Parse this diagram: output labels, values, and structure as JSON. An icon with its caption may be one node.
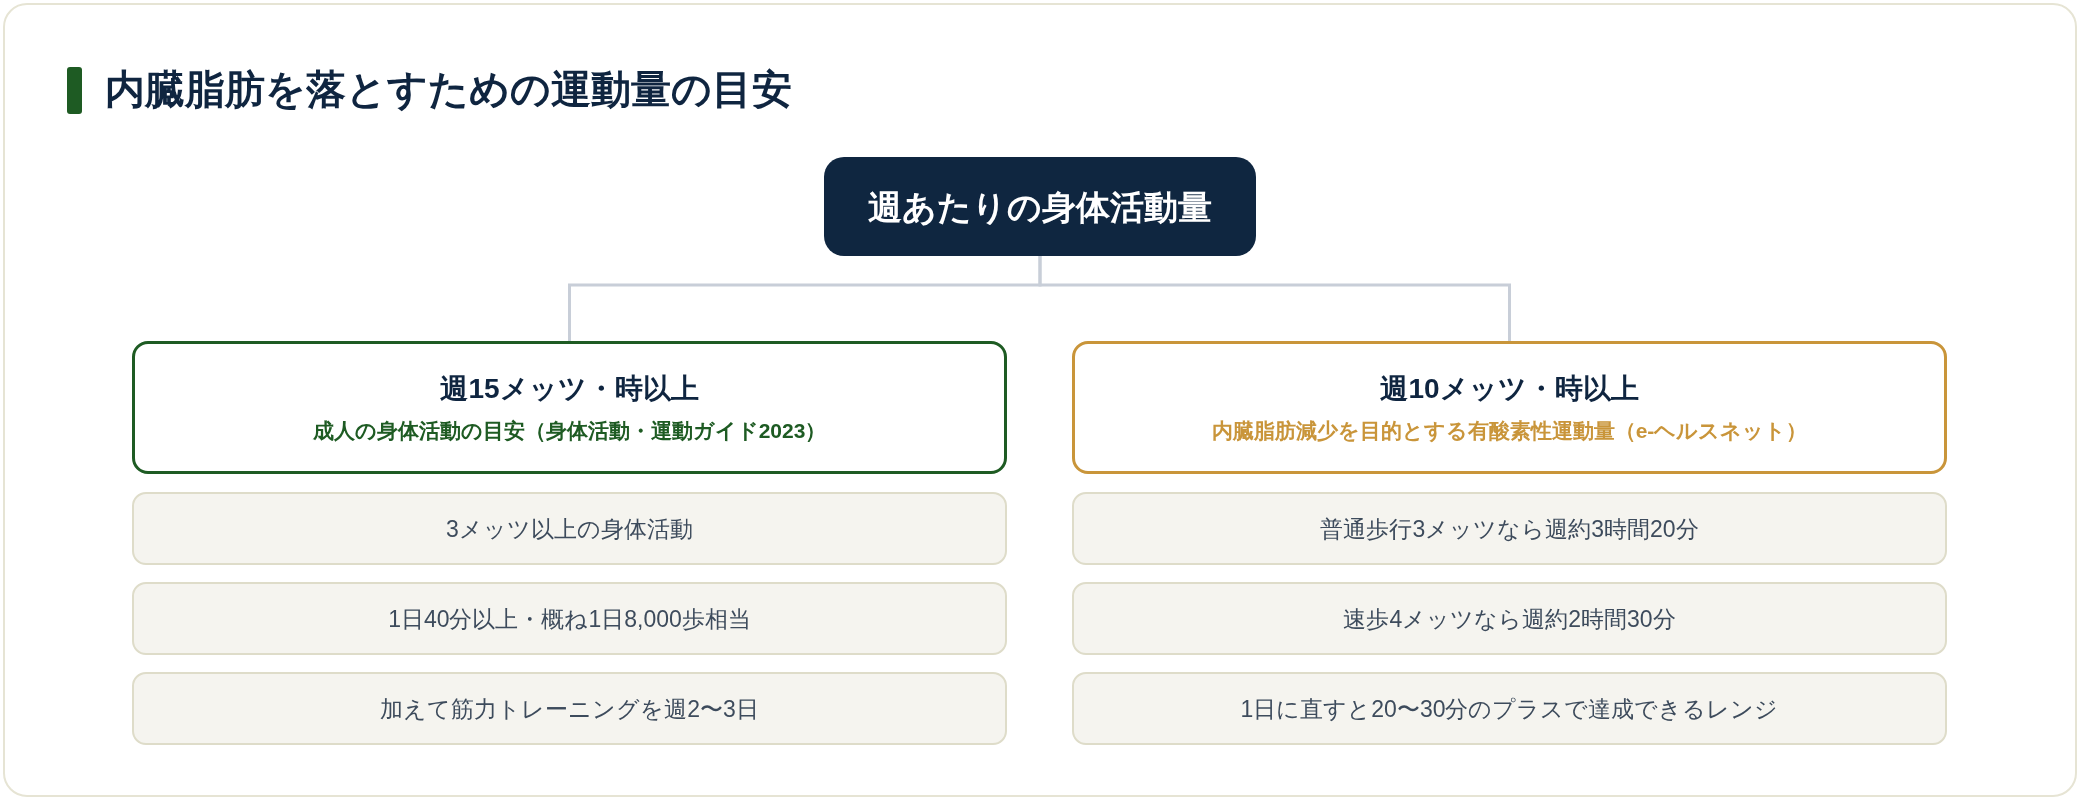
{
  "diagram": {
    "title": "内臓脂肪を落とすための運動量の目安",
    "nodes": [
      {
        "text": [
          "週あたりの身体活動量"
        ]
      },
      {
        "text": [
          "週15メッツ・時以上",
          "成人の身体活動の目安（身体活動・運動ガイド2023）"
        ]
      },
      {
        "text": [
          "3メッツ以上の身体活動"
        ]
      },
      {
        "text": [
          "1日40分以上・概ね1日8,000歩相当"
        ]
      },
      {
        "text": [
          "加えて筋力トレーニングを週2〜3日"
        ]
      },
      {
        "text": [
          "週10メッツ・時以上",
          "内臓脂肪減少を目的とする有酸素性運動量（e-ヘルスネット）"
        ]
      },
      {
        "text": [
          "普通歩行3メッツなら週約3時間20分"
        ]
      },
      {
        "text": [
          "速歩4メッツなら週約2時間30分"
        ]
      },
      {
        "text": [
          "1日に直すと20〜30分のプラスで達成できるレンジ"
        ]
      }
    ],
    "edges": [
      {
        "from": 0,
        "to": 1,
        "arrow": "none"
      },
      {
        "from": 0,
        "to": 5,
        "arrow": "none"
      }
    ]
  }
}
